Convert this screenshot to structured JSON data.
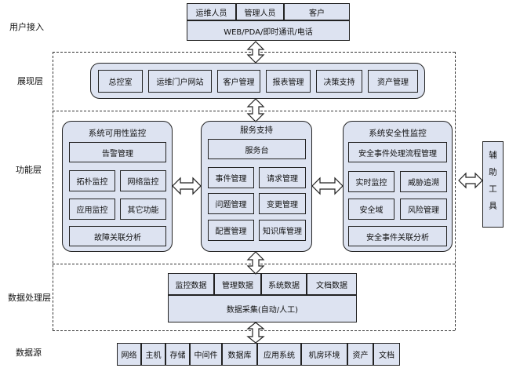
{
  "layers": {
    "user_access": "用户接入",
    "presentation": "展现层",
    "function": "功能层",
    "data_processing": "数据处理层",
    "data_source": "数据源"
  },
  "user_access": {
    "roles": [
      "运维人员",
      "管理人员",
      "客户"
    ],
    "channel": "WEB/PDA/即时通讯/电话"
  },
  "presentation": {
    "items": [
      "总控室",
      "运维门户网站",
      "客户管理",
      "报表管理",
      "决策支持",
      "资产管理"
    ]
  },
  "function": {
    "availability": {
      "title": "系统可用性监控",
      "alarm": "告警管理",
      "grid": [
        "拓朴监控",
        "网络监控",
        "应用监控",
        "其它功能"
      ],
      "analysis": "故障关联分析"
    },
    "service": {
      "title": "服务支持",
      "desk": "服务台",
      "grid": [
        "事件管理",
        "请求管理",
        "问题管理",
        "变更管理",
        "配置管理",
        "知识库管理"
      ]
    },
    "security": {
      "title": "系统安全性监控",
      "process": "安全事件处理流程管理",
      "grid": [
        "实时监控",
        "威胁追溯",
        "安全域",
        "风险管理"
      ],
      "analysis": "安全事件关联分析"
    },
    "aux_tools": "辅助工具"
  },
  "data_processing": {
    "items": [
      "监控数据",
      "管理数据",
      "系统数据",
      "文档数据"
    ],
    "collection": "数据采集(自动/人工)"
  },
  "data_source": {
    "items": [
      "网络",
      "主机",
      "存储",
      "中间件",
      "数据库",
      "应用系统",
      "机房环境",
      "资产",
      "文档"
    ]
  },
  "colors": {
    "box_fill": "#dde3f1",
    "border": "#222222"
  }
}
